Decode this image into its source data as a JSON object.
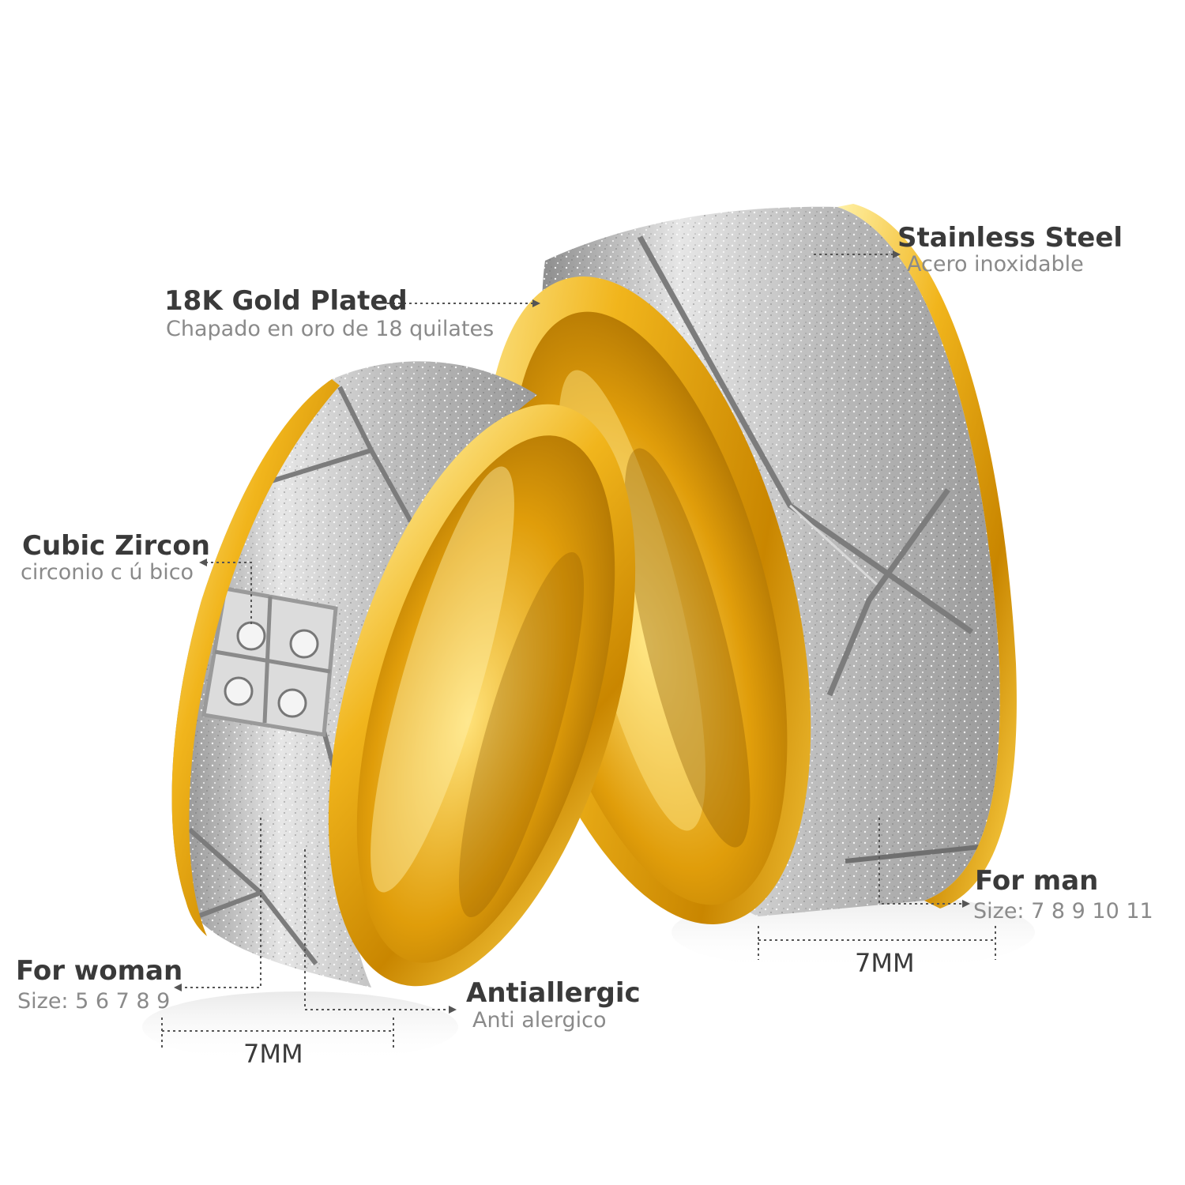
{
  "colors": {
    "background": "#ffffff",
    "gold": "#e8a90f",
    "gold_light": "#ffe680",
    "gold_dark": "#a06a00",
    "steel": "#c9c9c9",
    "steel_dark": "#7a7a7a",
    "label_dark": "#3a3a3a",
    "label_gray": "#8a8a8a"
  },
  "labels": {
    "gold_plated": {
      "title": "18K Gold Plated",
      "subtitle": "Chapado en oro de 18 quilates"
    },
    "stainless_steel": {
      "title": "Stainless Steel",
      "subtitle": "Acero inoxidable"
    },
    "cubic_zircon": {
      "title": "Cubic Zircon",
      "subtitle": "circonio c ú bico"
    },
    "antiallergic": {
      "title": "Antiallergic",
      "subtitle": "Anti alergico"
    },
    "for_woman": {
      "title": "For woman",
      "size_prefix": "Size:",
      "sizes": "5 6 7 8 9"
    },
    "for_man": {
      "title": "For man",
      "size_prefix": "Size:",
      "sizes": "7 8 9 10 11"
    },
    "width_woman": "7MM",
    "width_man": "7MM"
  }
}
